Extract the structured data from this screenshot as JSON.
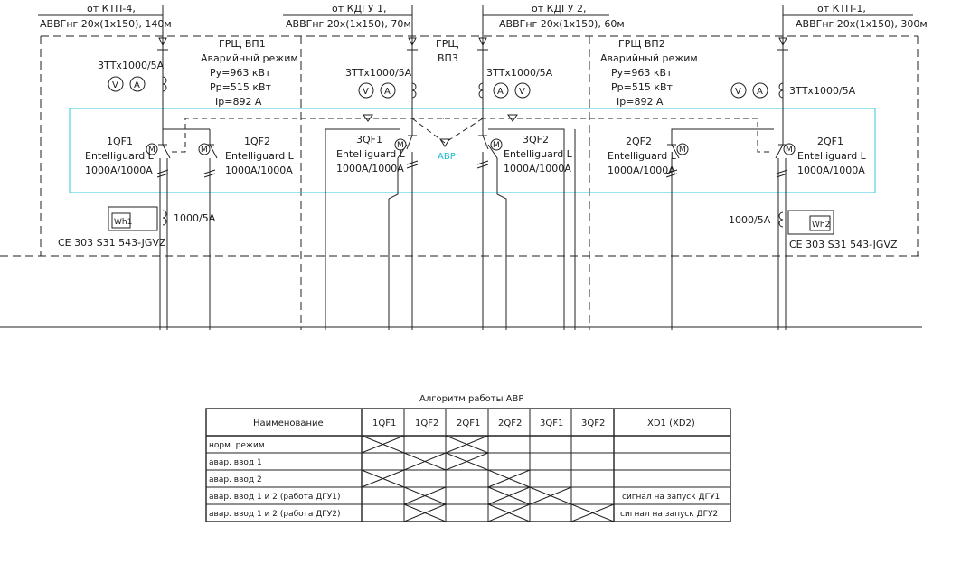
{
  "feeders": [
    {
      "from": "от КТП-4,",
      "cable": "АВВГнг 20х(1х150), 140м"
    },
    {
      "from": "от КДГУ 1,",
      "cable": "АВВГнг 20х(1х150), 70м"
    },
    {
      "from": "от КДГУ 2,",
      "cable": "АВВГнг 20х(1х150), 60м"
    },
    {
      "from": "от КТП-1,",
      "cable": "АВВГнг 20х(1х150), 300м"
    }
  ],
  "panels": {
    "vp1": [
      "ГРЩ ВП1",
      "Аварийный режим",
      "Ру=963 кВт",
      "Рр=515 кВт",
      "Iр=892 А"
    ],
    "vp3": [
      "ГРЩ",
      "ВП3"
    ],
    "vp2": [
      "ГРЩ ВП2",
      "Аварийный режим",
      "Ру=963 кВт",
      "Рр=515 кВт",
      "Iр=892 А"
    ]
  },
  "ct_label": "3ТТх1000/5А",
  "meters": {
    "v": "V",
    "a": "A",
    "m": "M"
  },
  "breakers": {
    "qf1_1": {
      "name": "1QF1",
      "model": "Entelliguard L",
      "rating": "1000A/1000A"
    },
    "qf1_2": {
      "name": "1QF2",
      "model": "Entelliguard L",
      "rating": "1000A/1000A"
    },
    "qf3_1": {
      "name": "3QF1",
      "model": "Entelliguard L",
      "rating": "1000A/1000A"
    },
    "qf3_2": {
      "name": "3QF2",
      "model": "Entelliguard L",
      "rating": "1000A/1000A"
    },
    "qf2_2": {
      "name": "2QF2",
      "model": "Entelliguard L",
      "rating": "1000A/1000A"
    },
    "qf2_1": {
      "name": "2QF1",
      "model": "Entelliguard L",
      "rating": "1000A/1000A"
    }
  },
  "avr_label": "АВР",
  "energy_meters": {
    "wh1": {
      "name": "Wh1",
      "ct": "1000/5А",
      "model": "CE 303 S31 543-JGVZ"
    },
    "wh2": {
      "name": "Wh2",
      "ct": "1000/5А",
      "model": "CE 303 S31 543-JGVZ"
    }
  },
  "table": {
    "title": "Алгоритм работы АВР",
    "headers": [
      "Наименование",
      "1QF1",
      "1QF2",
      "2QF1",
      "2QF2",
      "3QF1",
      "3QF2",
      "XD1 (XD2)"
    ],
    "rows": [
      {
        "name": "норм. режим",
        "x": [
          1,
          0,
          1,
          0,
          0,
          0
        ],
        "note": ""
      },
      {
        "name": "авар. ввод 1",
        "x": [
          0,
          1,
          1,
          0,
          0,
          0
        ],
        "note": ""
      },
      {
        "name": "авар. ввод 2",
        "x": [
          1,
          0,
          0,
          1,
          0,
          0
        ],
        "note": ""
      },
      {
        "name": "авар. ввод 1 и 2 (работа ДГУ1)",
        "x": [
          0,
          1,
          0,
          1,
          1,
          0
        ],
        "note": "сигнал на запуск ДГУ1"
      },
      {
        "name": "авар. ввод 1 и 2 (работа ДГУ2)",
        "x": [
          0,
          1,
          0,
          1,
          0,
          1
        ],
        "note": "сигнал на запуск ДГУ2"
      }
    ]
  }
}
